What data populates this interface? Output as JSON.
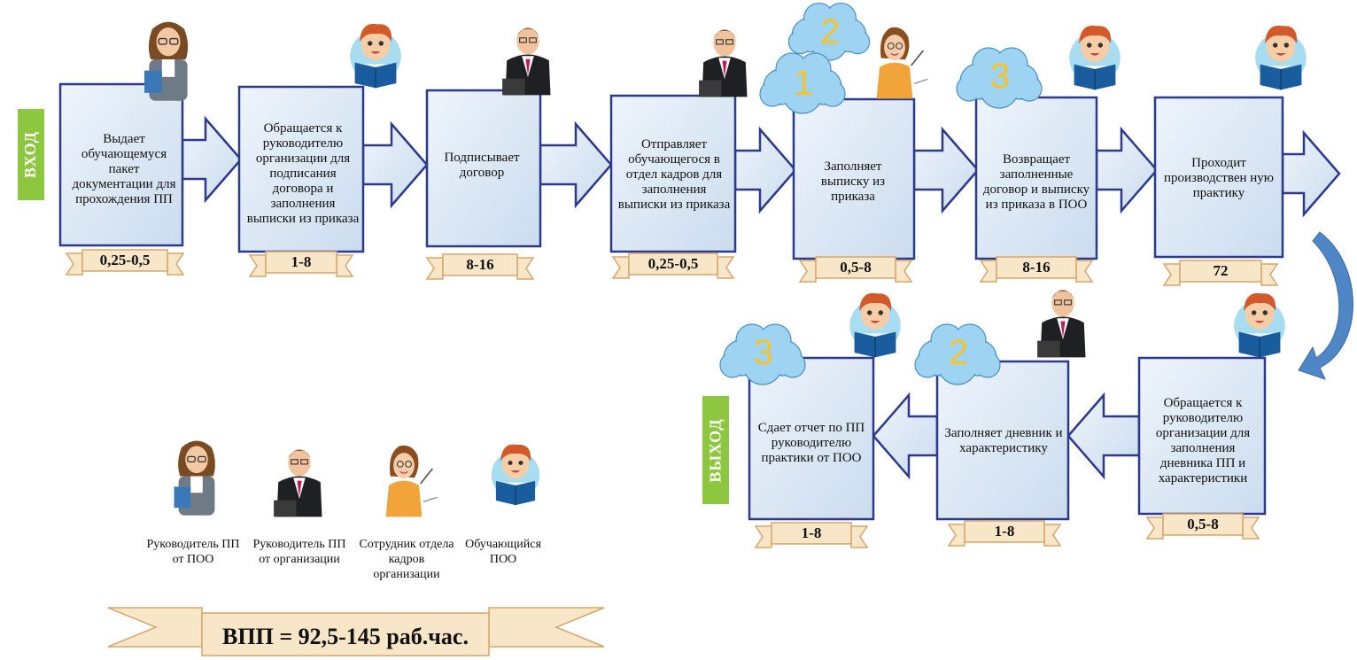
{
  "labels": {
    "input": "ВХОД",
    "output": "ВЫХОД"
  },
  "steps": [
    {
      "text": "Выдает обучающемуся пакет документации для прохождения ПП",
      "hours": "0,25-0,5",
      "actor": "teacher-icon",
      "cloud": ""
    },
    {
      "text": "Обращается к руководителю организации для подписания договора и заполнения выписки из приказа",
      "hours": "1-8",
      "actor": "student-icon",
      "cloud": ""
    },
    {
      "text": "Подписывает договор",
      "hours": "8-16",
      "actor": "manager-icon",
      "cloud": ""
    },
    {
      "text": "Отправляет обучающегося в отдел кадров для заполнения выписки из приказа",
      "hours": "0,25-0,5",
      "actor": "manager-icon",
      "cloud": ""
    },
    {
      "text": "Заполняет выписку из приказа",
      "hours": "0,5-8",
      "actor": "hr-employee-icon",
      "cloud": "1"
    },
    {
      "text": "Возвращает заполненные договор и выписку из приказа в ПОО",
      "hours": "8-16",
      "actor": "student-icon",
      "cloud": "3"
    },
    {
      "text": "Проходит производствен ную практику",
      "hours": "72",
      "actor": "student-icon",
      "cloud": ""
    },
    {
      "text": "Обращается к руководителю организации для заполнения дневника ПП и характеристики",
      "hours": "0,5-8",
      "actor": "student-icon",
      "cloud": ""
    },
    {
      "text": "Заполняет дневник и характеристику",
      "hours": "1-8",
      "actor": "manager-icon",
      "cloud": "2"
    },
    {
      "text": "Сдает отчет по ПП руководителю практики от ПОО",
      "hours": "1-8",
      "actor": "student-icon",
      "cloud": "3"
    }
  ],
  "extra_cloud": "2",
  "legend": [
    {
      "label": "Руководитель ПП от ПОО",
      "icon": "teacher-icon"
    },
    {
      "label": "Руководитель ПП от организации",
      "icon": "manager-icon"
    },
    {
      "label": "Сотрудник отдела кадров организации",
      "icon": "hr-employee-icon"
    },
    {
      "label": "Обучающийся ПОО",
      "icon": "student-icon"
    }
  ],
  "total": "ВПП = 92,5-145 раб.час.",
  "colors": {
    "box_fill": "#dde8f4",
    "box_stroke": "#2b3a8c",
    "cloud_fill": "#9fd3f2",
    "cloud_number": "#f5c330",
    "label_bg": "#8dc63f",
    "ribbon_fill": "#f8e6c8",
    "ribbon_stroke": "#d8a56a",
    "curved_arrow": "#4f86c6"
  }
}
